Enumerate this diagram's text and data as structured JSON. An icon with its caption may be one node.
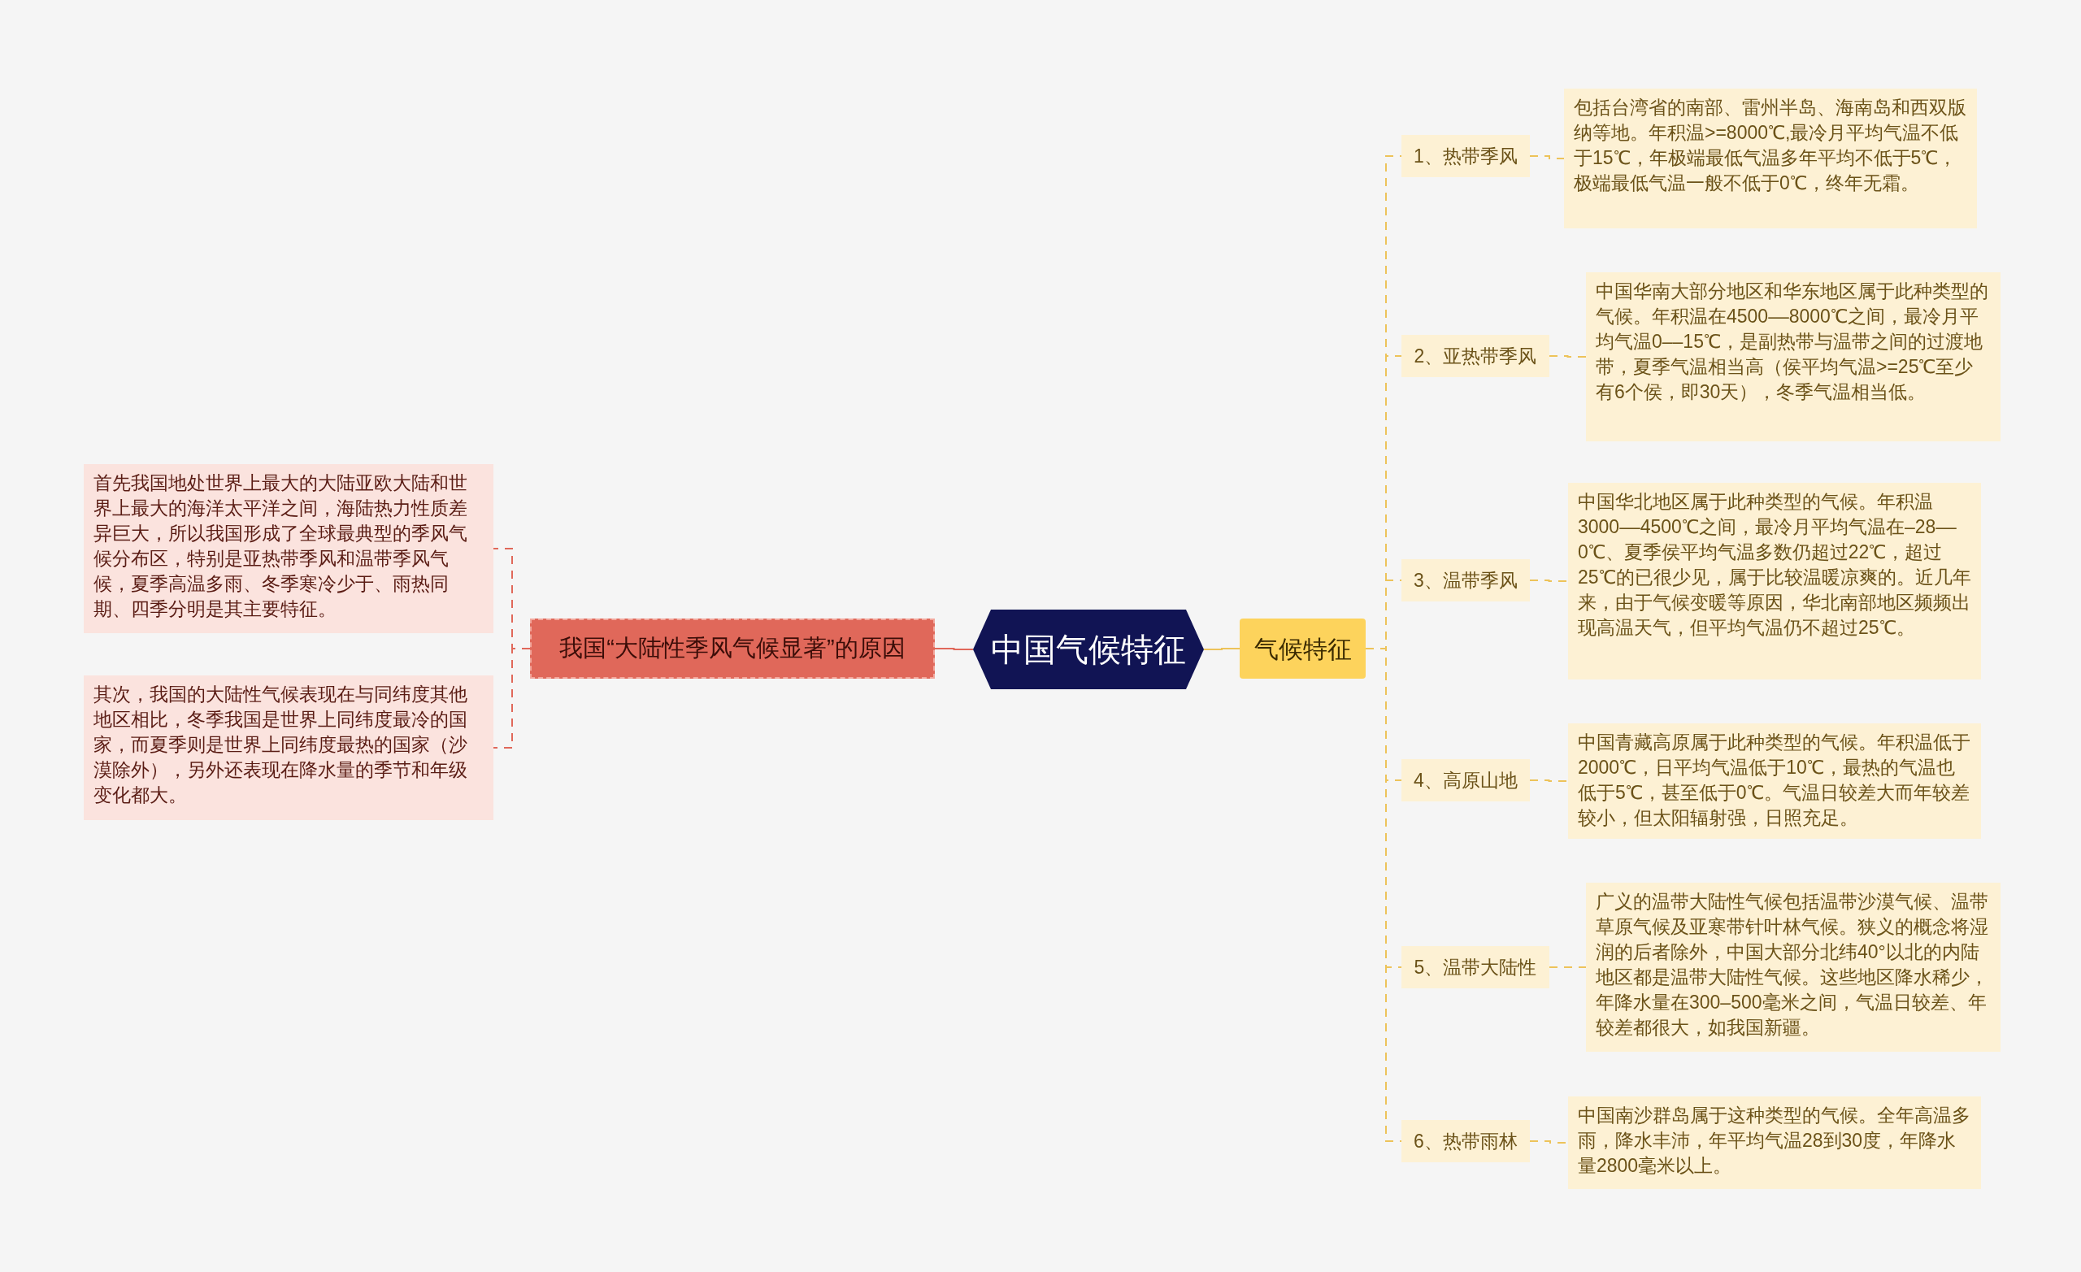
{
  "diagram": {
    "nodes": [
      {
        "text": [
          "中国气候特征"
        ]
      },
      {
        "text": [
          "气候特征"
        ]
      },
      {
        "text": [
          "1、热带季风"
        ]
      },
      {
        "text": [
          "2、亚热带季风"
        ]
      },
      {
        "text": [
          "3、温带季风"
        ]
      },
      {
        "text": [
          "4、高原山地"
        ]
      },
      {
        "text": [
          "5、温带大陆性"
        ]
      },
      {
        "text": [
          "6、热带雨林"
        ]
      },
      {
        "text": [
          "包括台湾省的南部、雷州半岛、海南岛和西双版纳等地。年积温>=8000℃,最冷月平均气温不低于15℃，年极端最低气温多年平均不低于5℃，极端最低气温一般不低于0℃，终年无霜。"
        ]
      },
      {
        "text": [
          "中国华南大部分地区和华东地区属于此种类型的气候。年积温在4500––8000℃之间，最冷月平均气温0––15℃，是副热带与温带之间的过渡地带，夏季气温相当高（侯平均气温>=25℃至少有6个侯，即30天），冬季气温相当低。"
        ]
      },
      {
        "text": [
          "中国华北地区属于此种类型的气候。年积温3000––4500℃之间，最冷月平均气温在–28––0℃、夏季侯平均气温多数仍超过22℃，超过25℃的已很少见，属于比较温暖凉爽的。近几年来，由于气候变暖等原因，华北南部地区频频出现高温天气，但平均气温仍不超过25℃。"
        ]
      },
      {
        "text": [
          "中国青藏高原属于此种类型的气候。年积温低于2000℃，日平均气温低于10℃，最热的气温也低于5℃，甚至低于0℃。气温日较差大而年较差较小，但太阳辐射强，日照充足。"
        ]
      },
      {
        "text": [
          "广义的温带大陆性气候包括温带沙漠气候、温带草原气候及亚寒带针叶林气候。狭义的概念将湿润的后者除外，中国大部分北纬40°以北的内陆地区都是温带大陆性气候。这些地区降水稀少，年降水量在300–500毫米之间，气温日较差、年较差都很大，如我国新疆。"
        ]
      },
      {
        "text": [
          "中国南沙群岛属于这种类型的气候。全年高温多雨，降水丰沛，年平均气温28到30度，年降水量2800毫米以上。"
        ]
      },
      {
        "text": [
          "我国“大陆性季风气候显著”的原因"
        ]
      },
      {
        "text": [
          "首先我国地处世界上最大的大陆亚欧大陆和世界上最大的海洋太平洋之间，海陆热力性质差异巨大，所以我国形成了全球最典型的季风气候分布区，特别是亚热带季风和温带季风气候，夏季高温多雨、冬季寒冷少于、雨热同期、四季分明是其主要特征。"
        ]
      },
      {
        "text": [
          "其次，我国的大陆性气候表现在与同纬度其他地区相比，冬季我国是世界上同纬度最冷的国家，而夏季则是世界上同纬度最热的国家（沙漠除外），另外还表现在降水量的季节和年级变化都大。"
        ]
      }
    ],
    "edges": [
      {
        "from": 0,
        "to": 1,
        "arrow": "none"
      },
      {
        "from": 1,
        "to": 2,
        "arrow": "none",
        "style": "dashed"
      },
      {
        "from": 1,
        "to": 3,
        "arrow": "none",
        "style": "dashed"
      },
      {
        "from": 1,
        "to": 4,
        "arrow": "none",
        "style": "dashed"
      },
      {
        "from": 1,
        "to": 5,
        "arrow": "none",
        "style": "dashed"
      },
      {
        "from": 1,
        "to": 6,
        "arrow": "none",
        "style": "dashed"
      },
      {
        "from": 1,
        "to": 7,
        "arrow": "none",
        "style": "dashed"
      },
      {
        "from": 2,
        "to": 8,
        "arrow": "none",
        "style": "dashed"
      },
      {
        "from": 3,
        "to": 9,
        "arrow": "none",
        "style": "dashed"
      },
      {
        "from": 4,
        "to": 10,
        "arrow": "none",
        "style": "dashed"
      },
      {
        "from": 5,
        "to": 11,
        "arrow": "none",
        "style": "dashed"
      },
      {
        "from": 6,
        "to": 12,
        "arrow": "none",
        "style": "dashed"
      },
      {
        "from": 7,
        "to": 13,
        "arrow": "none",
        "style": "dashed"
      },
      {
        "from": 0,
        "to": 14,
        "arrow": "none",
        "color": "#e0685a"
      },
      {
        "from": 14,
        "to": 15,
        "arrow": "none",
        "style": "dashed",
        "color": "#e0685a"
      },
      {
        "from": 14,
        "to": 16,
        "arrow": "none",
        "style": "dashed",
        "color": "#e0685a"
      }
    ]
  }
}
